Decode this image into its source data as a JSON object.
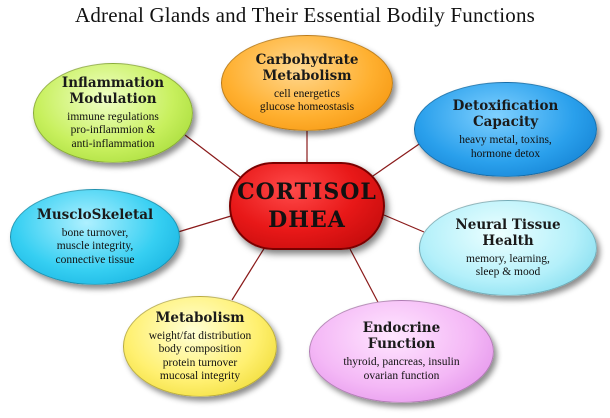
{
  "title": "Adrenal Glands and Their Essential Bodily Functions",
  "center": {
    "line1": "CORTISOL",
    "line2": "DHEA",
    "color": "#e81818"
  },
  "nodes": {
    "carb": {
      "heading": [
        "Carbohydrate",
        "Metabolism"
      ],
      "details": [
        "cell energetics",
        "glucose homeostasis"
      ],
      "color": "#ffb030"
    },
    "detox": {
      "heading": [
        "Detoxification",
        "Capacity"
      ],
      "details": [
        "heavy metal, toxins,",
        "hormone detox"
      ],
      "color": "#2aa0ec"
    },
    "neural": {
      "heading": [
        "Neural Tissue",
        "Health"
      ],
      "details": [
        "memory, learning,",
        "sleep & mood"
      ],
      "color": "#b4f0fa"
    },
    "endo": {
      "heading": [
        "Endocrine",
        "Function"
      ],
      "details": [
        "thyroid, pancreas, insulin",
        "ovarian function"
      ],
      "color": "#f4b8f6"
    },
    "meta": {
      "heading": [
        "Metabolism"
      ],
      "details": [
        "weight/fat distribution",
        "body composition",
        "protein turnover",
        "mucosal integrity"
      ],
      "color": "#fff070"
    },
    "musc": {
      "heading": [
        "MuscloSkeletal"
      ],
      "details": [
        "bone turnover,",
        "muscle integrity,",
        "connective tissue"
      ],
      "color": "#36cff2"
    },
    "infl": {
      "heading": [
        "Inflammation",
        "Modulation"
      ],
      "details": [
        "immune regulations",
        "pro-inflammion &",
        "anti-inflammation"
      ],
      "color": "#c8f05e"
    }
  },
  "connector_color": "#8a1a1a"
}
